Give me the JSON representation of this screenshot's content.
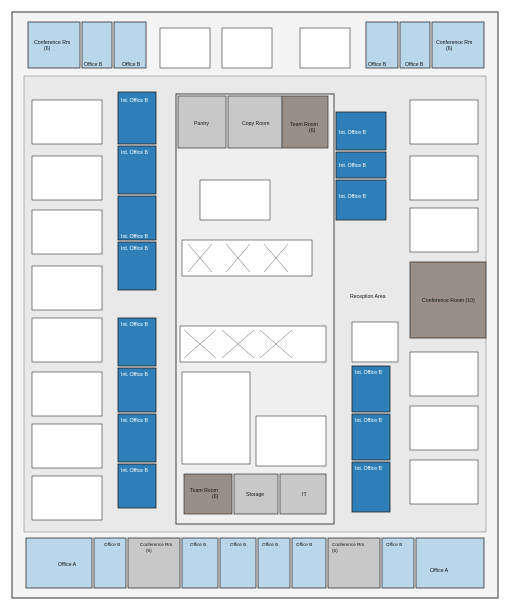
{
  "colors": {
    "blue": "#2e7fb8",
    "light_blue": "#b9d6ea",
    "taupe": "#9a8f87",
    "gray": "#c8c8c8",
    "corridor": "#e9e9e9",
    "wall": "#333333"
  },
  "labels": {
    "conf_tl": "Conference Rm",
    "conf_tl_cap": "(6)",
    "office_b_tl1": "Office B",
    "office_b_tl2": "Office B",
    "office_b_tr1": "Office B",
    "office_b_tr2": "Office B",
    "conf_tr": "Conference Rm",
    "conf_tr_cap": "(6)",
    "pantry": "Pantry",
    "copy_room": "Copy Room",
    "team_room_top": "Team Room",
    "team_room_top_cap": "(6)",
    "int_office_b": "Int. Office B",
    "reception": "Reception Area",
    "conf_right": "Conference Room (10)",
    "team_room_bot": "Team Room",
    "team_room_bot_cap": "(6)",
    "storage": "Storage",
    "it": "IT",
    "office_a": "Office A",
    "office_b": "Office B",
    "conf_bot1": "Conference Rm",
    "conf_bot1_cap": "(6)",
    "conf_bot2": "Conference Rm",
    "conf_bot2_cap": "(6)"
  }
}
